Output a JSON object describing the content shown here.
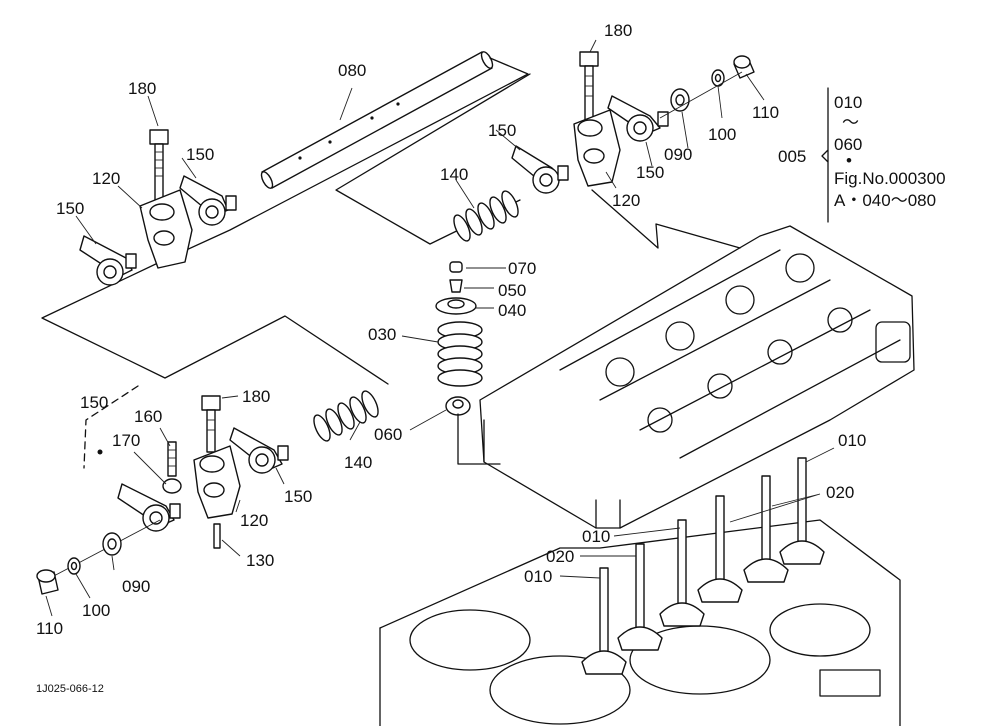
{
  "labels": {
    "l180a": "180",
    "l080": "080",
    "l150a": "150",
    "l120a": "120",
    "l150b": "150",
    "l180b": "180",
    "l150c": "150",
    "l140a": "140",
    "l120b": "120",
    "l150d": "150",
    "l090a": "090",
    "l100a": "100",
    "l110a": "110",
    "l070": "070",
    "l050": "050",
    "l040": "040",
    "l030": "030",
    "l060": "060",
    "l150e": "150",
    "l160": "160",
    "l170": "170",
    "l180c": "180",
    "l140b": "140",
    "l150f": "150",
    "l120c": "120",
    "l130": "130",
    "l090b": "090",
    "l100b": "100",
    "l110b": "110",
    "l010a": "010",
    "l020a": "020",
    "l010b": "010",
    "l020b": "020",
    "l010c": "010"
  },
  "note": {
    "ref": "005",
    "line1": "010",
    "line2": "～",
    "line3": "060",
    "line4": "•",
    "line5": "Fig.No.000300",
    "line6": "A・040～080"
  },
  "figure_code": "1J025-066-12"
}
